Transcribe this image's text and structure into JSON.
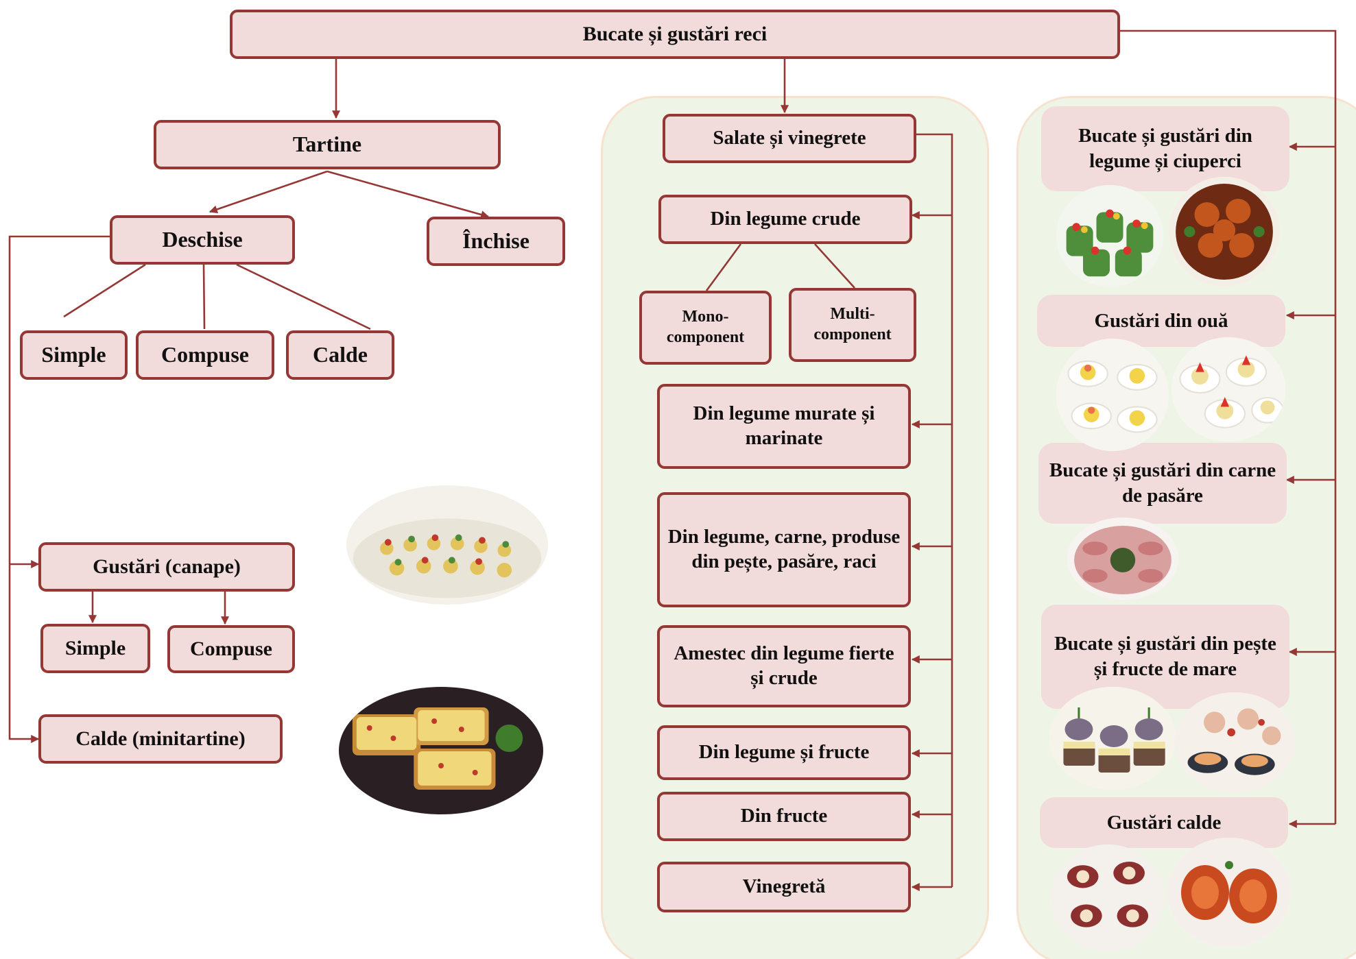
{
  "root": {
    "label": "Bucate și gustări reci"
  },
  "tartine": {
    "label": "Tartine",
    "deschise": {
      "label": "Deschise",
      "children": [
        "Simple",
        "Compuse",
        "Calde"
      ]
    },
    "inchise": {
      "label": "Închise"
    },
    "gustari_canape": {
      "label": "Gustări (canape)",
      "children": [
        "Simple",
        "Compuse"
      ]
    },
    "calde_minitartine": {
      "label": "Calde (minitartine)"
    }
  },
  "salate": {
    "label": "Salate și vinegrete",
    "din_legume_crude": {
      "label": "Din legume crude",
      "mono": "Mono-\ncomponent",
      "multi": "Multi-\ncomponent"
    },
    "items": [
      "Din legume murate și marinate",
      "Din legume, carne, produse din pește, pasăre, raci",
      "Amestec din legume fierte și crude",
      "Din legume și fructe",
      "Din fructe",
      "Vinegretă"
    ]
  },
  "bucate": {
    "items": [
      "Bucate și gustări din legume și ciuperci",
      "Gustări din ouă",
      "Bucate și gustări din carne de pasăre",
      "Bucate și gustări din pește și fructe de mare",
      "Gustări calde"
    ]
  },
  "colors": {
    "border": "#953735",
    "fill": "#f2dcdb",
    "panel": "#eef5e6",
    "panel_border": "#f6e2cf"
  }
}
